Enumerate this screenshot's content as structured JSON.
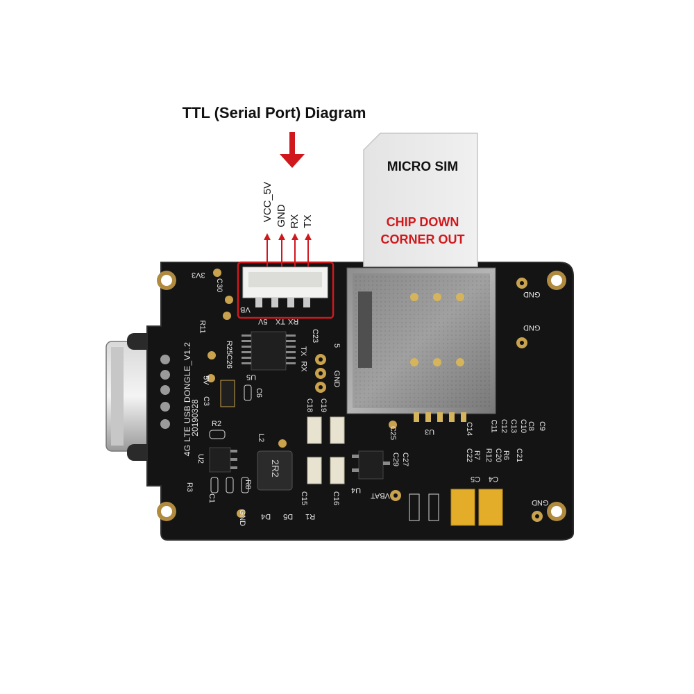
{
  "title": "TTL (Serial Port) Diagram",
  "sim_card": {
    "label": "MICRO SIM",
    "instruction_line1": "CHIP DOWN",
    "instruction_line2": "CORNER OUT"
  },
  "pins": [
    {
      "label": "VCC_5V"
    },
    {
      "label": "GND"
    },
    {
      "label": "RX"
    },
    {
      "label": "TX"
    }
  ],
  "board": {
    "model": "4G LTE USB DONGLE_V1.2",
    "date": "20190328",
    "silk": {
      "r3v3": "3V3",
      "c30": "C30",
      "r11": "R11",
      "r25": "R25",
      "c26": "C26",
      "u5": "U5",
      "c6": "C6",
      "c3": "C3",
      "v5": "5V",
      "r2": "R2",
      "l2": "L2",
      "u2": "U2",
      "r3": "R3",
      "c1": "C1",
      "r8": "R8",
      "gnd": "GND",
      "d4": "D4",
      "d5": "D5",
      "r1": "R1",
      "c15": "C15",
      "c16": "C16",
      "c18": "C18",
      "c19": "C19",
      "c23": "C23",
      "tx": "TX",
      "rx": "RX",
      "r5": "5",
      "u4": "U4",
      "vbat": "VBAT",
      "c4": "C4",
      "c5": "C5",
      "c25": "C25",
      "c29": "C29",
      "c27": "C27",
      "u3": "U3",
      "c14": "C14",
      "c11": "C11",
      "c12": "C12",
      "c13": "C13",
      "c10": "C10",
      "c9": "C9",
      "c8": "C8",
      "c21": "C21",
      "r6": "R6",
      "c20": "C20",
      "r12": "R12",
      "r7": "R7",
      "c22": "C22",
      "ind": "2R2",
      "gnd1": "GND",
      "gnd2": "GND",
      "gnd3": "GND",
      "conn_5v": "5V",
      "conn_tx": "TX",
      "conn_rx": "RX",
      "conn_gnd": "GND",
      "vbus": "VB"
    }
  },
  "colors": {
    "accent_red": "#d0181c",
    "board_black": "#141414",
    "pad_gold": "#c9a24e",
    "silkscreen": "#e8e8e8",
    "tantalum": "#e3ad2a"
  }
}
